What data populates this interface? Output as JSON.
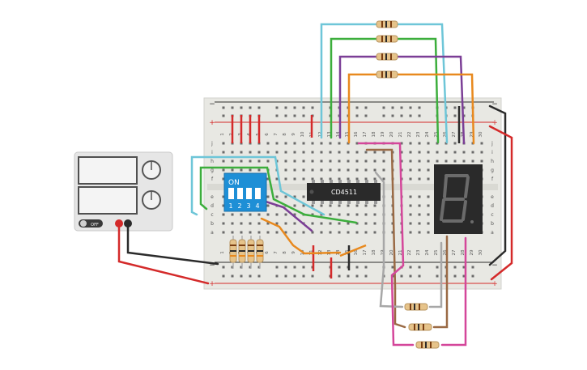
{
  "ic": {
    "label": "CD4511"
  },
  "dip_switch": {
    "on_label": "ON",
    "positions": [
      "1",
      "2",
      "3",
      "4"
    ]
  },
  "power_supply": {
    "off_label": "OFF"
  },
  "breadboard": {
    "columns": [
      "1",
      "2",
      "3",
      "4",
      "5",
      "6",
      "7",
      "8",
      "9",
      "10",
      "11",
      "12",
      "13",
      "14",
      "15",
      "16",
      "17",
      "18",
      "19",
      "20",
      "21",
      "22",
      "23",
      "24",
      "25",
      "26",
      "27",
      "28",
      "29",
      "30"
    ],
    "rows_upper": [
      "j",
      "i",
      "h",
      "g",
      "f"
    ],
    "rows_lower": [
      "e",
      "d",
      "c",
      "b",
      "a"
    ],
    "rail_plus": "+",
    "rail_minus": "−"
  },
  "seven_segment": {
    "digit": "8"
  },
  "colors": {
    "wire_red": "#d42a2a",
    "wire_black": "#2b2b2b",
    "wire_cyan": "#6ec6d8",
    "wire_green": "#3cae3c",
    "wire_purple": "#7b3e96",
    "wire_orange": "#e8891e",
    "wire_brown": "#9a6a45",
    "wire_pink": "#d4469a",
    "wire_gray": "#a7a7a7",
    "switch_blue": "#1e8fd6",
    "board": "#e8e8e3"
  }
}
